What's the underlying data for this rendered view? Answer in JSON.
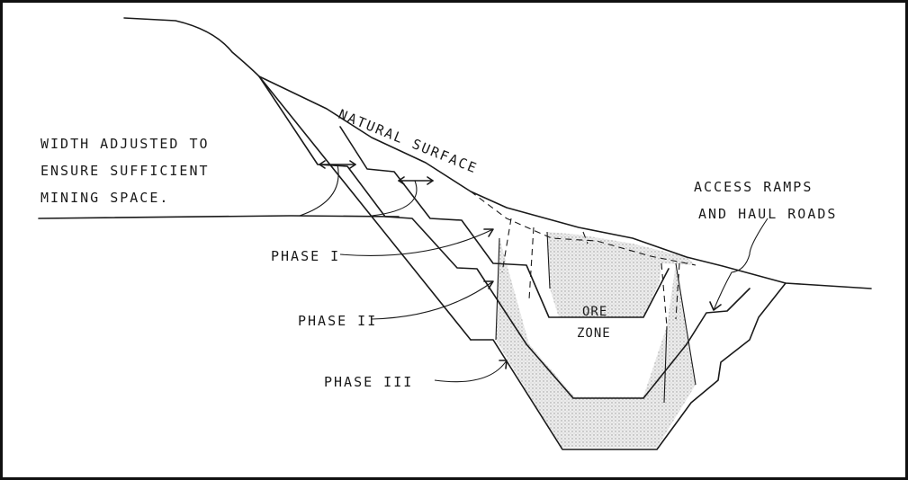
{
  "labels": {
    "natural_surface": "NATURAL SURFACE",
    "width_line1": "WIDTH ADJUSTED TO",
    "width_line2": "ENSURE SUFFICIENT",
    "width_line3": "MINING SPACE.",
    "access_line1": "ACCESS RAMPS",
    "access_line2": "AND HAUL ROADS",
    "phase1": "PHASE I",
    "phase2": "PHASE II",
    "phase3": "PHASE III",
    "ore_line1": "ORE",
    "ore_line2": "ZONE"
  },
  "colors": {
    "line": "#1a1a1a",
    "ore_fill": "#e4e4e4",
    "background": "#ffffff"
  }
}
